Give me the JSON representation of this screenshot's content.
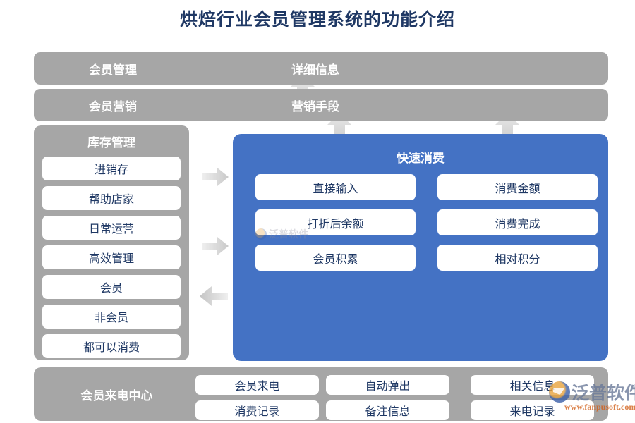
{
  "page": {
    "title": "烘焙行业会员管理系统的功能介绍",
    "title_color": "#1F3864",
    "background": "#FFFFFF"
  },
  "colors": {
    "gray_panel": "#A6A6A6",
    "blue_panel": "#4472C4",
    "pill_bg": "#FFFFFF",
    "pill_text": "#1F3864",
    "arrow": "#D9D9D9"
  },
  "top_bars": [
    {
      "left_label": "会员管理",
      "mid_label": "详细信息"
    },
    {
      "left_label": "会员营销",
      "mid_label": "营销手段"
    }
  ],
  "left_panel": {
    "header": "库存管理",
    "items": [
      {
        "label": "进销存"
      },
      {
        "label": "帮助店家"
      },
      {
        "label": "日常运营"
      },
      {
        "label": "高效管理"
      },
      {
        "label": "会员"
      },
      {
        "label": "非会员"
      },
      {
        "label": "都可以消费"
      }
    ]
  },
  "blue_panel": {
    "header": "快速消费",
    "left_column": [
      {
        "label": "直接输入"
      },
      {
        "label": "打折后余额"
      },
      {
        "label": "会员积累"
      }
    ],
    "right_column": [
      {
        "label": "消费金额"
      },
      {
        "label": "消费完成"
      },
      {
        "label": "相对积分"
      }
    ]
  },
  "bottom_bar": {
    "title": "会员来电中心",
    "row1": [
      {
        "label": "会员来电"
      },
      {
        "label": "自动弹出"
      },
      {
        "label": "相关信息"
      }
    ],
    "row2": [
      {
        "label": "消费记录"
      },
      {
        "label": "备注信息"
      },
      {
        "label": "来电记录"
      }
    ]
  },
  "arrows": [
    {
      "name": "arrow-up-detail",
      "direction": "up"
    },
    {
      "name": "arrow-up-marketing-left",
      "direction": "up"
    },
    {
      "name": "arrow-up-marketing-right",
      "direction": "up"
    },
    {
      "name": "arrow-right-top",
      "direction": "right"
    },
    {
      "name": "arrow-right-mid",
      "direction": "right"
    },
    {
      "name": "arrow-left-bottom",
      "direction": "left"
    }
  ],
  "watermarks": {
    "brand": "泛普软件",
    "url": "www.fanpusoft.com"
  }
}
